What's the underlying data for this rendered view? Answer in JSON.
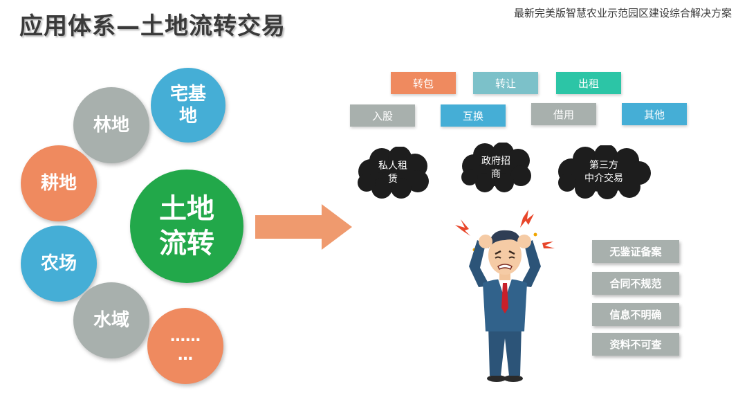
{
  "header": {
    "title": "应用体系—土地流转交易",
    "subtitle": "最新完美版智慧农业示范园区建设综合解决方案"
  },
  "colors": {
    "orange": "#ef8a5f",
    "grey": "#a8b0ad",
    "blue": "#45aed6",
    "green": "#22a84a",
    "teal": "#7cc1c9",
    "mint": "#2cc5a6"
  },
  "circles": {
    "center": "土地\n流转",
    "zhaijidi": "宅基\n地",
    "lindi": "林地",
    "gengdi": "耕地",
    "nongchang": "农场",
    "shuiyu": "水域",
    "more": "……\n…"
  },
  "tags": [
    {
      "label": "转包",
      "color": "#ef8a5f"
    },
    {
      "label": "转让",
      "color": "#7cc1c9"
    },
    {
      "label": "出租",
      "color": "#2cc5a6"
    },
    {
      "label": "入股",
      "color": "#a8b0ad"
    },
    {
      "label": "互换",
      "color": "#45aed6"
    },
    {
      "label": "借用",
      "color": "#a8b0ad"
    },
    {
      "label": "其他",
      "color": "#45aed6"
    }
  ],
  "clouds": [
    {
      "label": "私人租\n赁"
    },
    {
      "label": "政府招\n商"
    },
    {
      "label": "第三方\n中介交易"
    }
  ],
  "issues": [
    {
      "label": "无鉴证备案"
    },
    {
      "label": "合同不规范"
    },
    {
      "label": "信息不明确"
    },
    {
      "label": "资料不可查"
    }
  ],
  "icons": {
    "arrow": "right-arrow-icon",
    "person": "stressed-businessman-icon"
  }
}
